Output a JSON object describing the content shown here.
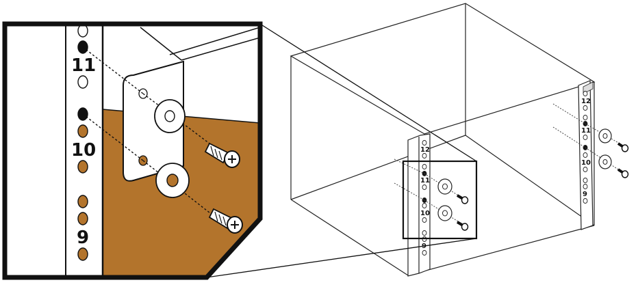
{
  "diagram": {
    "zoom_rail_labels": [
      "11",
      "10",
      "9"
    ],
    "front_rail_labels": [
      "12",
      "11",
      "10",
      "9"
    ],
    "rear_rail_labels": [
      "12",
      "11",
      "10",
      "9"
    ]
  },
  "colors": {
    "outline": "#111111",
    "shelf_fill": "#b3742c",
    "hole_fill": "#b3742c",
    "hole_dark": "#111111",
    "rail_fill": "#ffffff",
    "line": "#222222"
  },
  "icons": [
    "screw-icon",
    "washer-icon",
    "rail-hole-icon"
  ]
}
